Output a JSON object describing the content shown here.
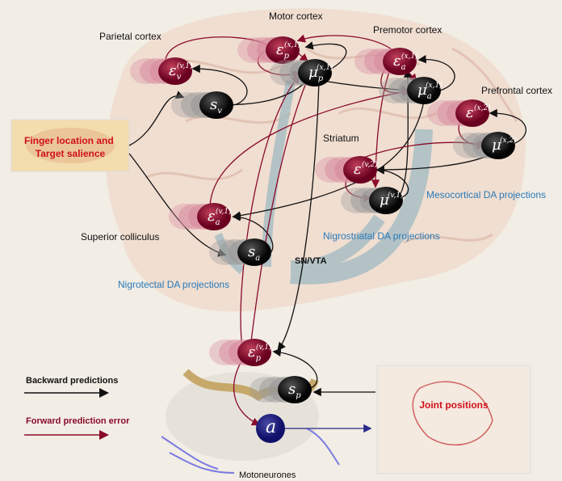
{
  "regions": {
    "parietal": "Parietal cortex",
    "motor": "Motor cortex",
    "premotor": "Premotor cortex",
    "prefrontal": "Prefrontal cortex",
    "striatum": "Striatum",
    "superior_colliculus": "Superior colliculus",
    "sn_vta": "SN/VTA",
    "motoneurones": "Motoneurones"
  },
  "projections": {
    "mesocortical": "Mesocortical DA projections",
    "nigrostriatal": "Nigrostriatal DA projections",
    "nigrotectal": "Nigrotectal DA projections"
  },
  "inputs": {
    "finger": "Finger location and Target salience",
    "finger_line1": "Finger location and",
    "finger_line2": "Target salience",
    "joint": "Joint positions"
  },
  "legend": {
    "backward": "Backward predictions",
    "forward": "Forward prediction error"
  },
  "nodes": {
    "eps_v": {
      "sym": "ε",
      "sub": "v",
      "sup": "(v,1)"
    },
    "s_v": {
      "sym": "s",
      "sub": "v"
    },
    "eps_p_x": {
      "sym": "ε",
      "sub": "p",
      "sup": "(x,1)"
    },
    "mu_p_x": {
      "sym": "μ",
      "sub": "p",
      "sup": "(x,1)"
    },
    "eps_a_x": {
      "sym": "ε",
      "sub": "a",
      "sup": "(x,1)"
    },
    "mu_a_x": {
      "sym": "μ",
      "sub": "a",
      "sup": "(x,1)"
    },
    "eps_x2": {
      "sym": "ε",
      "sup": "(x,2)"
    },
    "mu_x2": {
      "sym": "μ",
      "sup": "(x,2)"
    },
    "eps_v2": {
      "sym": "ε",
      "sup": "(v,2)"
    },
    "mu_v1": {
      "sym": "μ",
      "sup": "(v,1)"
    },
    "eps_a_v": {
      "sym": "ε",
      "sub": "a",
      "sup": "(v,1)"
    },
    "s_a": {
      "sym": "s",
      "sub": "a"
    },
    "eps_p_v": {
      "sym": "ε",
      "sub": "p",
      "sup": "(v,1)"
    },
    "s_p": {
      "sym": "s",
      "sub": "p"
    },
    "a": {
      "sym": "a"
    }
  },
  "colors": {
    "error": "#8a0a2a",
    "prediction": "#111111",
    "action": "#2a2a8a",
    "text_blue": "#2a7ab8",
    "text_red": "#d0101a"
  }
}
